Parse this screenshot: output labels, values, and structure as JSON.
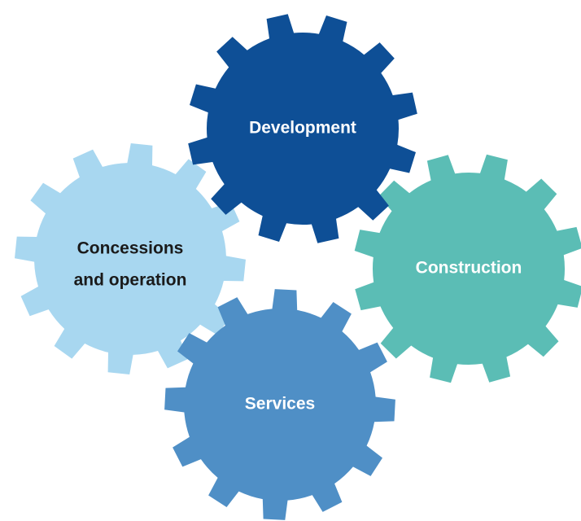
{
  "gears": [
    {
      "id": "concessions",
      "lines": [
        "Concessions",
        "and operation"
      ],
      "fill": "#a8d7f0",
      "text_color": "#1a1a1a"
    },
    {
      "id": "construction",
      "lines": [
        "Construction"
      ],
      "fill": "#5bbdb5",
      "text_color": "#ffffff"
    },
    {
      "id": "services",
      "lines": [
        "Services"
      ],
      "fill": "#4f8fc6",
      "text_color": "#ffffff"
    },
    {
      "id": "development",
      "lines": [
        "Development"
      ],
      "fill": "#0e4f96",
      "text_color": "#ffffff"
    }
  ]
}
